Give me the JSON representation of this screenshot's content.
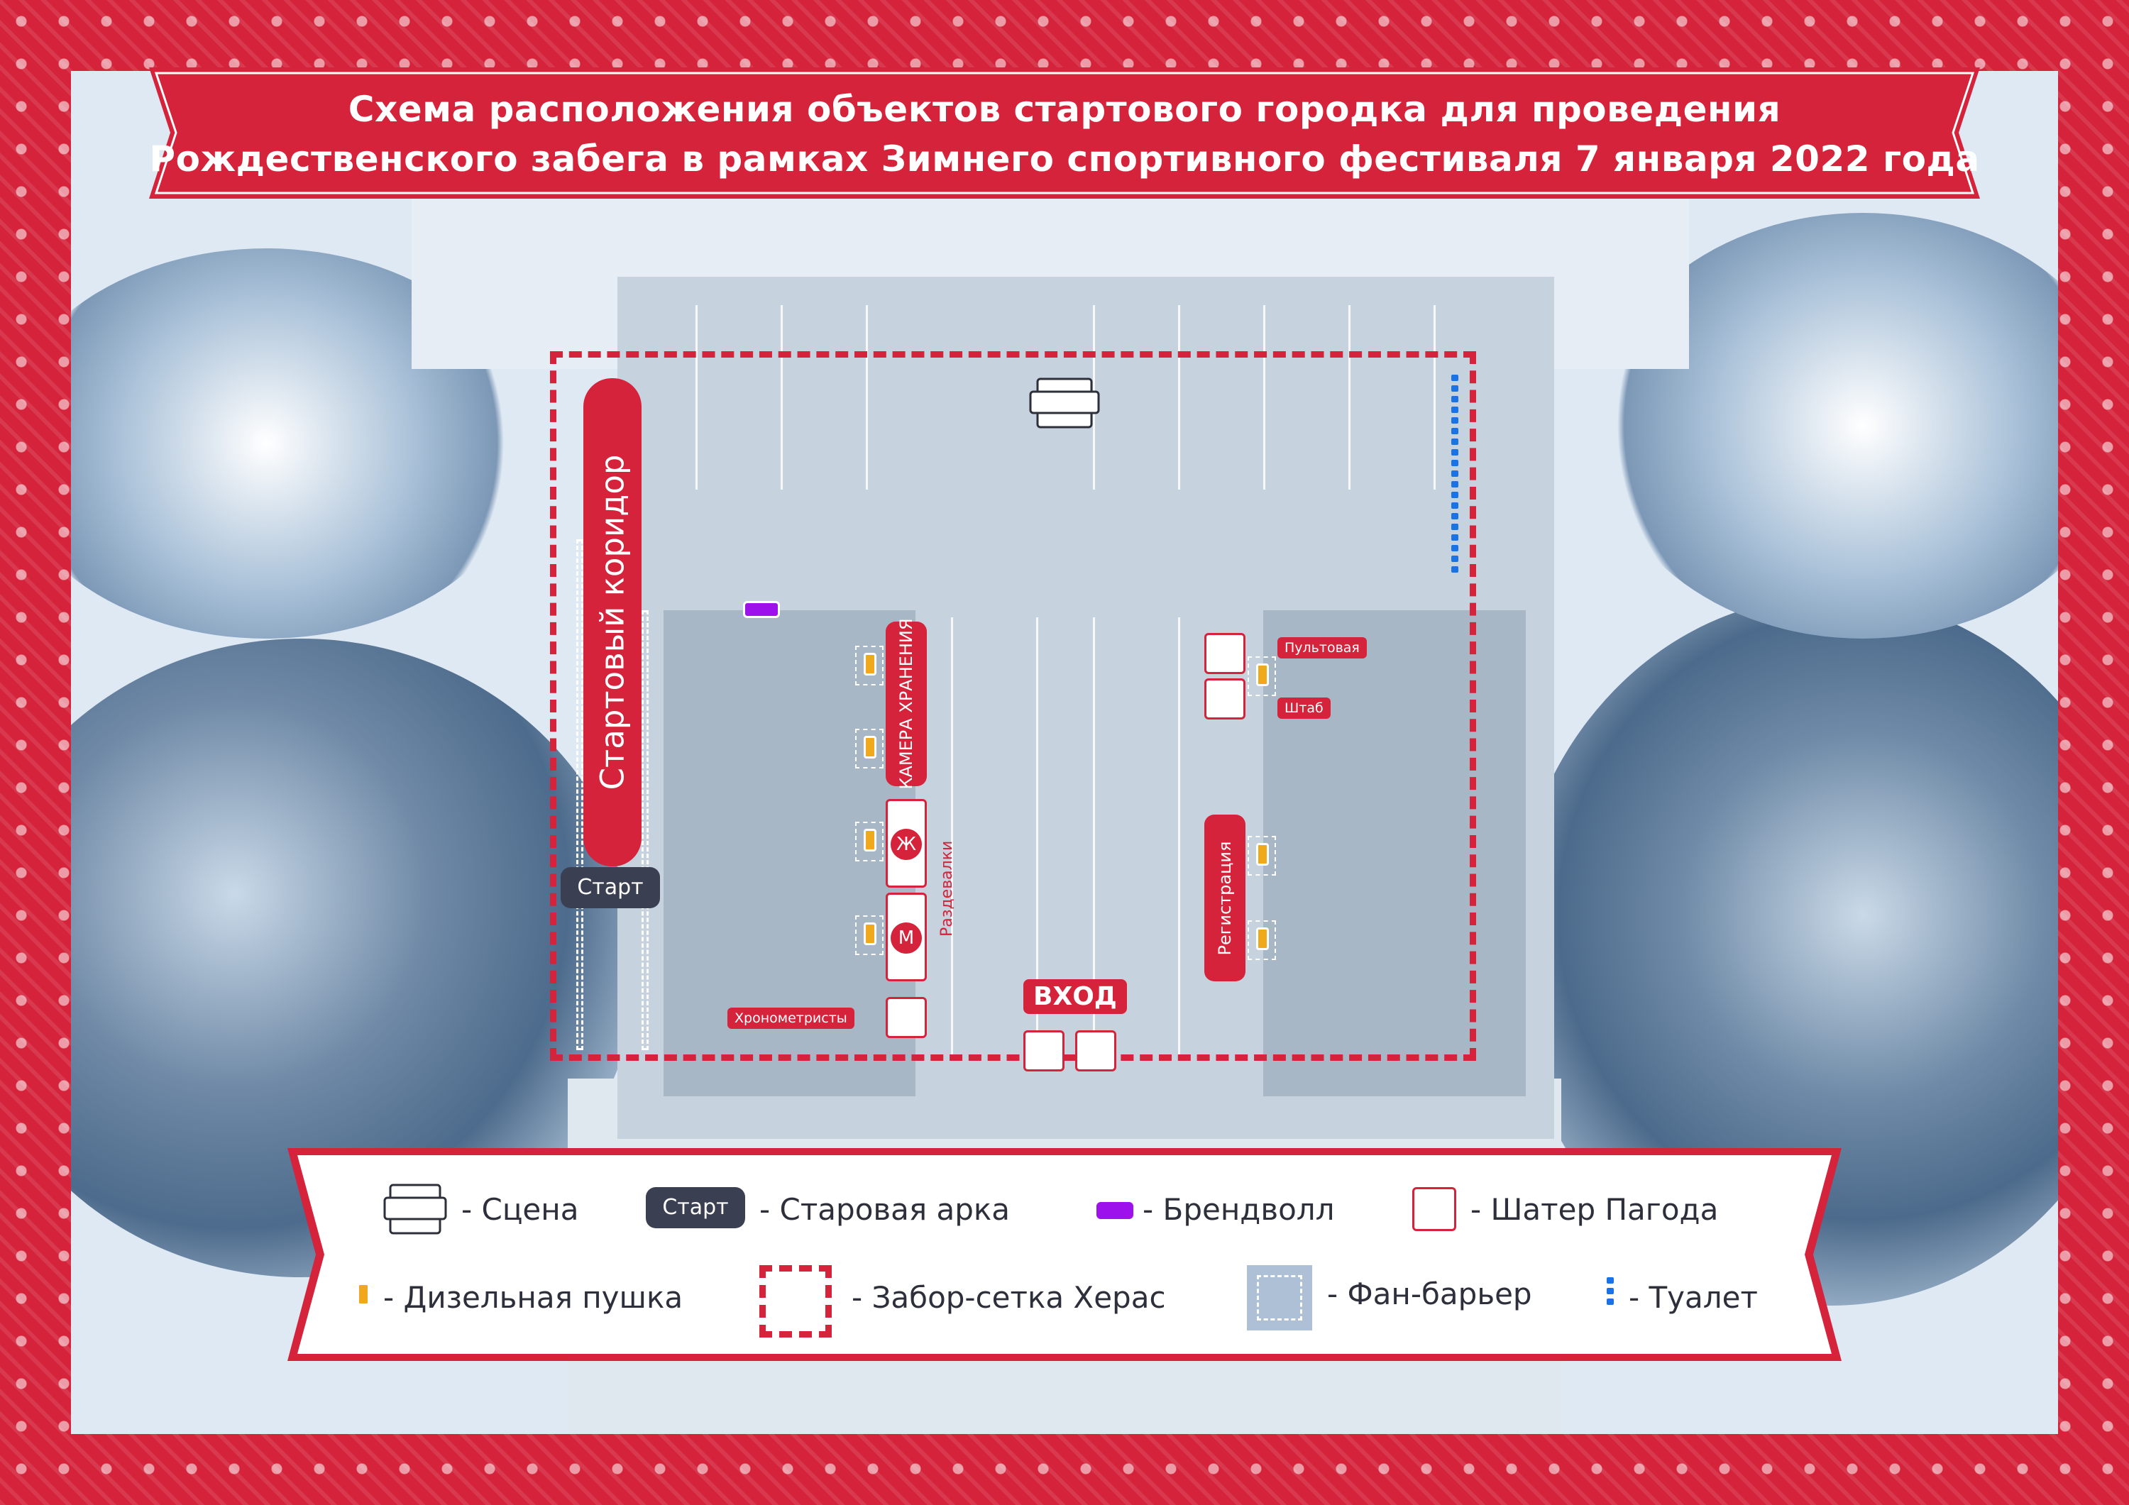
{
  "title": {
    "line1": "Схема расположения объектов стартового городка для проведения",
    "line2": "Рождественского забега в рамках Зимнего спортивного фестиваля 7 января 2022 года"
  },
  "map": {
    "corridor_label": "Стартовый коридор",
    "start_label": "Старт",
    "storage_label": "КАМЕРА ХРАНЕНИЯ",
    "locker_women": "Ж",
    "locker_men": "М",
    "changing_label": "Раздевалки",
    "timekeepers_label": "Хронометристы",
    "control_label": "Пультовая",
    "hq_label": "Штаб",
    "registration_label": "Регистрация",
    "entry_label": "ВХОД"
  },
  "legend": {
    "stage": "- Сцена",
    "arch_badge": "Старт",
    "arch": "- Старовая арка",
    "brandwall": "- Брендволл",
    "tent": "- Шатер Пагода",
    "diesel": "- Дизельная пушка",
    "fence": "- Забор-сетка Херас",
    "fan_barrier": "- Фан-барьер",
    "toilet": "- Туалет"
  },
  "colors": {
    "accent": "#d4233a",
    "start_arch": "#3b3f52",
    "brandwall": "#9d12ec",
    "diesel": "#f0a81c",
    "toilet": "#1973e6",
    "fan_barrier": "#aec0d6"
  }
}
